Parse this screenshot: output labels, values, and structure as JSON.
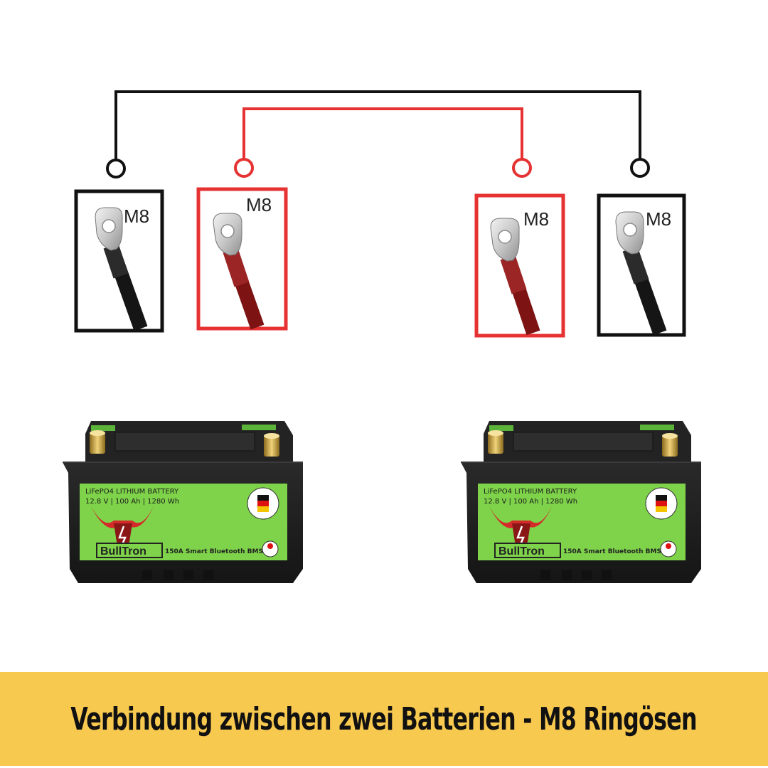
{
  "colors": {
    "negative": "#111111",
    "positive": "#e63232",
    "cable_red": "#8e1a1a",
    "battery_body": "#1f1f1f",
    "battery_label": "#7ed34a",
    "caption_bg": "#f8c94f"
  },
  "terminals": [
    {
      "label": "M8",
      "polarity": "negative",
      "icon": "ring-lug-icon"
    },
    {
      "label": "M8",
      "polarity": "positive",
      "icon": "ring-lug-icon"
    },
    {
      "label": "M8",
      "polarity": "positive",
      "icon": "ring-lug-icon"
    },
    {
      "label": "M8",
      "polarity": "negative",
      "icon": "ring-lug-icon"
    }
  ],
  "batteries": [
    {
      "line1": "LiFePO4 LITHIUM BATTERY",
      "line2": "12.8 V  |  100 Ah  |  1280 Wh",
      "brand": "BullTron",
      "bms": "150A Smart Bluetooth BMS"
    },
    {
      "line1": "LiFePO4 LITHIUM BATTERY",
      "line2": "12.8 V  |  100 Ah  |  1280 Wh",
      "brand": "BullTron",
      "bms": "150A Smart Bluetooth BMS"
    }
  ],
  "caption": "Verbindung zwischen zwei Batterien - M8 Ringösen"
}
